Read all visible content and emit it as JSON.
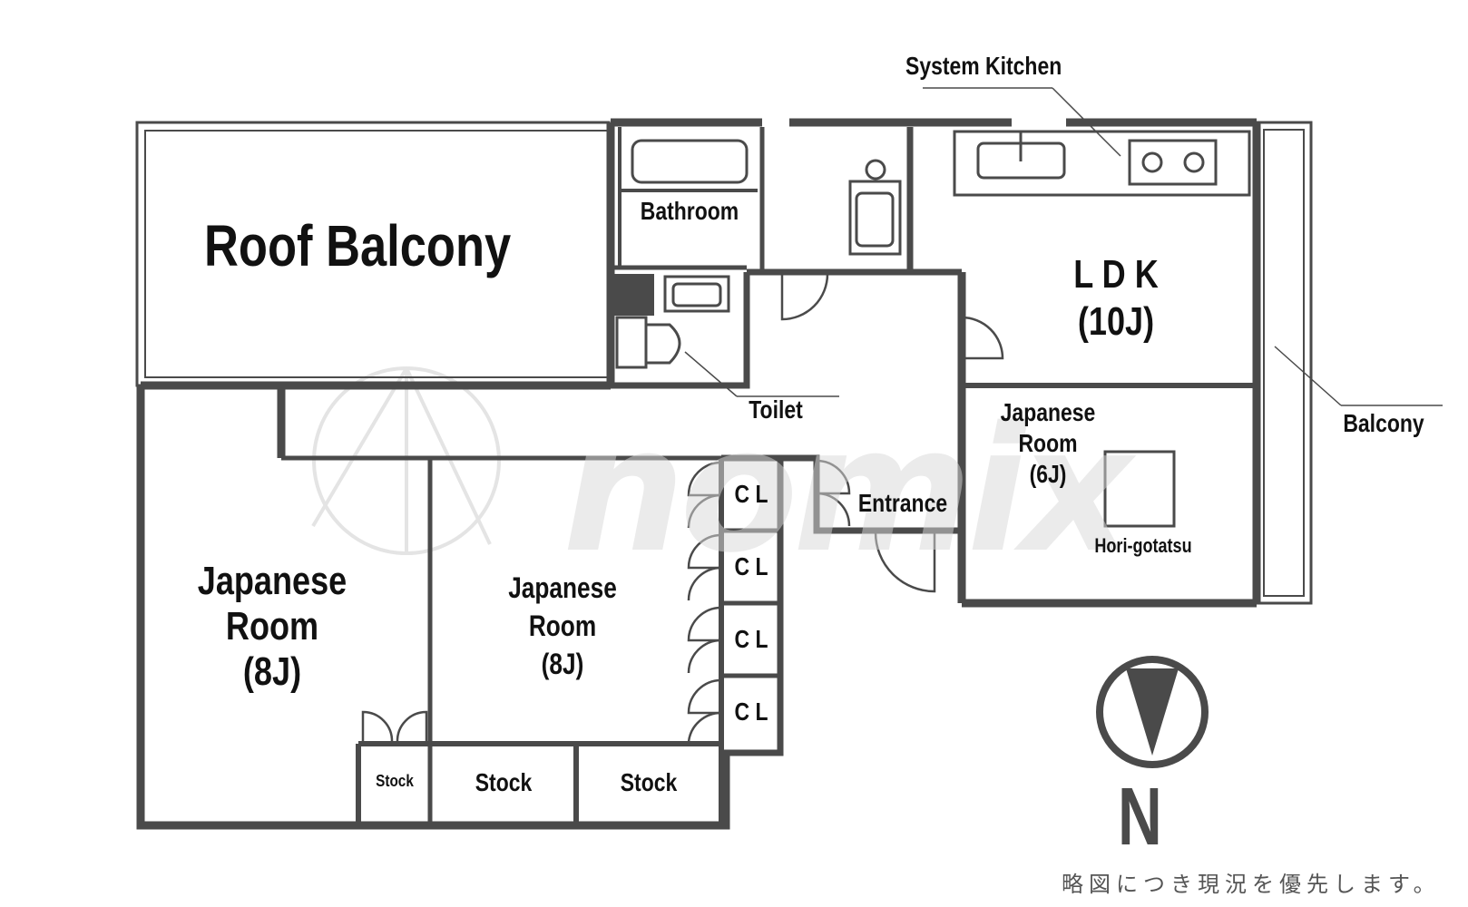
{
  "rooms": {
    "roof_balcony": "Roof Balcony",
    "bathroom": "Bathroom",
    "ldk": "L D K",
    "ldk_size": "(10J)",
    "toilet": "Toilet",
    "japanese_6": "Japanese",
    "japanese_6_room": "Room",
    "japanese_6_size": "(6J)",
    "hori_gotatsu": "Hori-gotatsu",
    "entrance": "Entrance",
    "balcony": "Balcony",
    "system_kitchen": "System Kitchen",
    "japanese_8a": "Japanese",
    "japanese_8a_room": "Room",
    "japanese_8a_size": "(8J)",
    "japanese_8b": "Japanese",
    "japanese_8b_room": "Room",
    "japanese_8b_size": "(8J)",
    "stock_small": "Stock",
    "stock_1": "Stock",
    "stock_2": "Stock",
    "cl_1": "C L",
    "cl_2": "C L",
    "cl_3": "C L",
    "cl_4": "C L"
  },
  "compass": {
    "label": "N",
    "icon": "north-arrow-icon"
  },
  "watermark": {
    "text": "nomix",
    "icon": "logo-watermark-icon"
  },
  "note": "略図につき現況を優先します。",
  "colors": {
    "wall": "#4a4a4a",
    "text": "#111111",
    "watermark": "#d9d9d9"
  }
}
